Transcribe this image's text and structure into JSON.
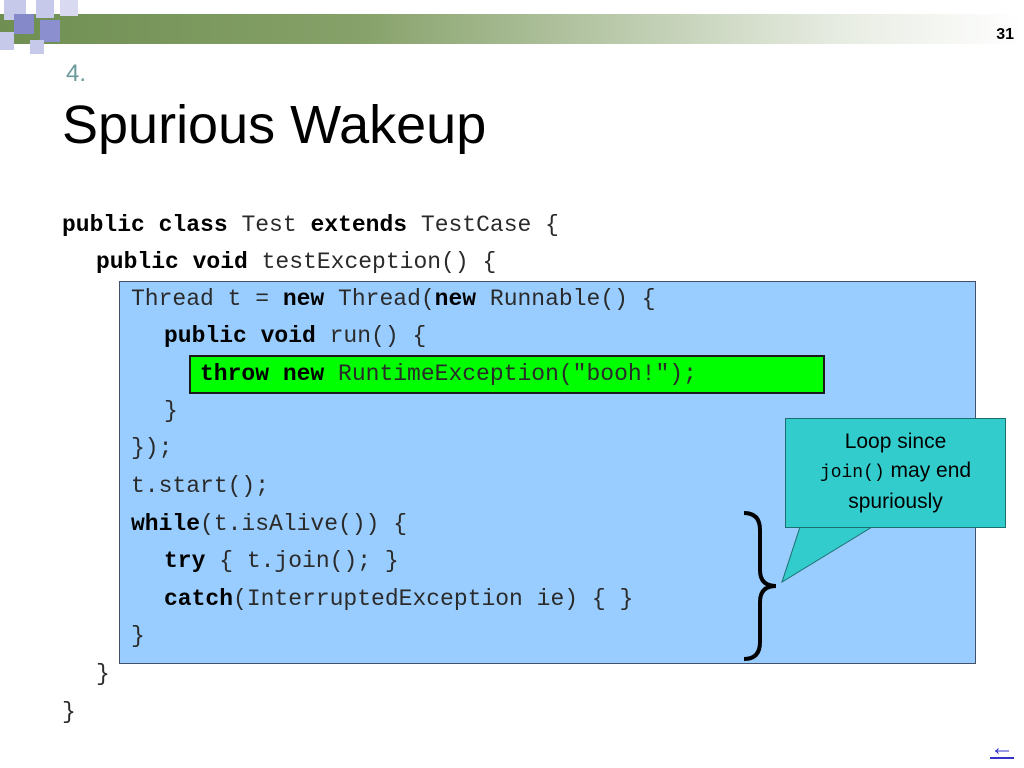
{
  "slide": {
    "page_number": "31",
    "title_number": "4.",
    "title": "Spurious Wakeup"
  },
  "code": {
    "line1": {
      "kw1": "public class",
      "t1": " Test ",
      "kw2": "extends",
      "t2": " TestCase {"
    },
    "line2": {
      "kw1": "public void",
      "t1": " testException() {"
    },
    "line3": {
      "t1": "Thread t = ",
      "kw1": "new",
      "t2": " Thread(",
      "kw2": "new",
      "t3": " Runnable() {"
    },
    "line4": {
      "kw1": "public void",
      "t1": " run() {"
    },
    "line5": {
      "kw1": "throw new",
      "t1": " RuntimeException(\"booh!\");"
    },
    "line6": {
      "t1": "}"
    },
    "line7": {
      "t1": "});"
    },
    "line8": {
      "t1": "t.start();"
    },
    "line9": {
      "kw1": "while",
      "t1": "(t.isAlive()) {"
    },
    "line10": {
      "kw1": "try",
      "t1": " { t.join(); }"
    },
    "line11": {
      "kw1": "catch",
      "t1": "(InterruptedException ie) { }"
    },
    "line12": {
      "t1": "}"
    },
    "line13": {
      "t1": "}"
    },
    "line14": {
      "t1": "}"
    }
  },
  "callout": {
    "line1": "Loop since",
    "line2_code": "join()",
    "line2_text": " may end",
    "line3": "spuriously"
  },
  "nav": {
    "back_label": "←"
  },
  "colors": {
    "code_background": "#99ccff",
    "highlight": "#00ff00",
    "callout": "#33cccc",
    "title_number": "#6b9a9a",
    "link": "#3333cc"
  }
}
